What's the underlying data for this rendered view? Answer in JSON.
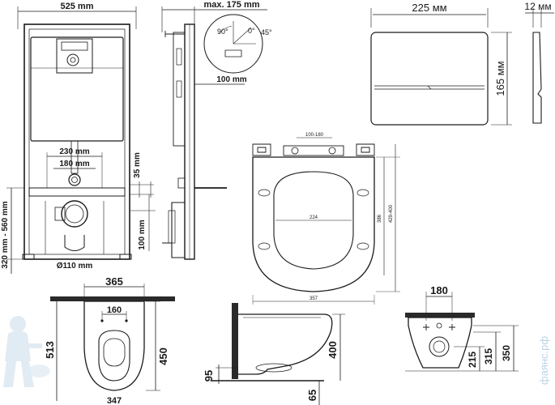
{
  "frame_front": {
    "width_label": "525 mm",
    "height_label": "320 mm - 560 mm",
    "outlet_label": "230 mm",
    "bolt_label": "180 mm",
    "right_label": "35 mm",
    "lower_right_label": "100 mm",
    "pipe_label": "Ø110 mm"
  },
  "frame_side": {
    "depth_label": "max. 175 mm",
    "angle_90": "90°",
    "angle_0": "0°",
    "angle_45": "45°",
    "offset_label": "100 mm"
  },
  "button": {
    "width_label": "225 мм",
    "height_label": "165 мм",
    "depth_label": "12 мм"
  },
  "seat": {
    "hinge_label": "100-180",
    "inner_label": "224",
    "length_label": "429-400",
    "side_label": "386",
    "width_label": "357"
  },
  "bowl_top": {
    "width_label": "365",
    "bolt_label": "160",
    "length_label": "450",
    "total_label": "513",
    "bottom_label": "347"
  },
  "bowl_side": {
    "height_label": "400",
    "drain_label": "95",
    "floor_label": "65"
  },
  "bowl_back": {
    "bolt_label": "180",
    "h1_label": "215",
    "h2_label": "315",
    "h3_label": "350"
  },
  "watermark": {
    "text": "фаянс.рф"
  }
}
